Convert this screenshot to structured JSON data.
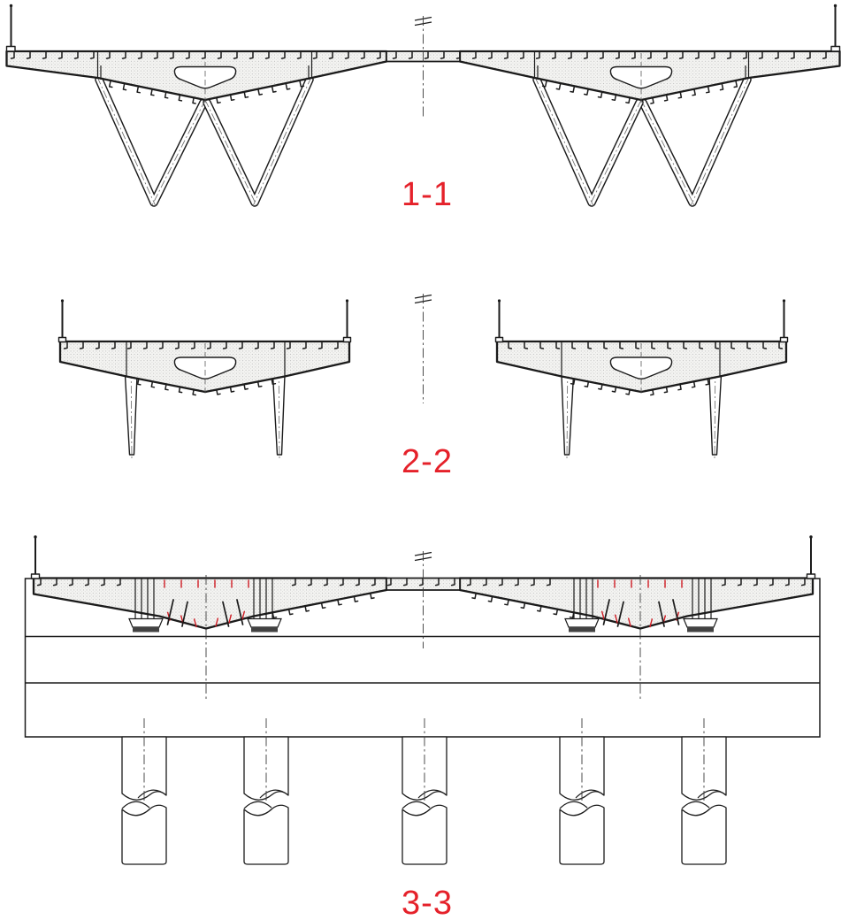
{
  "drawing": {
    "type": "bridge-section-elevation-drawing",
    "sections": [
      {
        "name": "cross-section-1-1",
        "label": "1-1"
      },
      {
        "name": "cross-section-2-2",
        "label": "2-2"
      },
      {
        "name": "longitudinal-section-3-3",
        "label": "3-3"
      }
    ],
    "colors": {
      "line": "#1b1b1b",
      "section_label": "#e5212a",
      "rebar_mark": "#cf1b23",
      "hatch_dot": "#b9b9b9",
      "hatch_background": "#f4f4f2",
      "canvas": "#ffffff"
    }
  }
}
